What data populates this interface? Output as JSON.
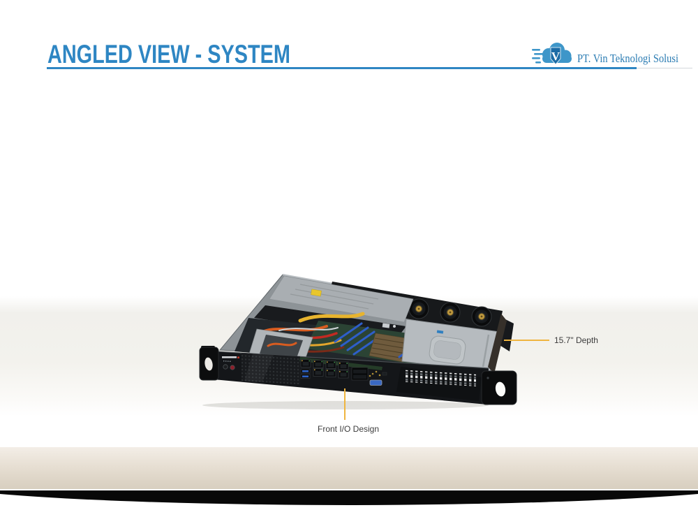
{
  "slide": {
    "title": "ANGLED VIEW - SYSTEM"
  },
  "logo": {
    "text": "PT. Vin Teknologi Solusi",
    "monogram": "V"
  },
  "figure": {
    "description": "1U rackmount server, angled top view with chassis open",
    "callouts": {
      "depth": "15.7\" Depth",
      "front_io": "Front I/O Design"
    }
  },
  "colors": {
    "accent_blue": "#2e86c3",
    "logo_blue": "#3e96c9",
    "callout_gold": "#efb53f",
    "band_beige": "#e2dacd",
    "swoosh_black": "#080808"
  }
}
